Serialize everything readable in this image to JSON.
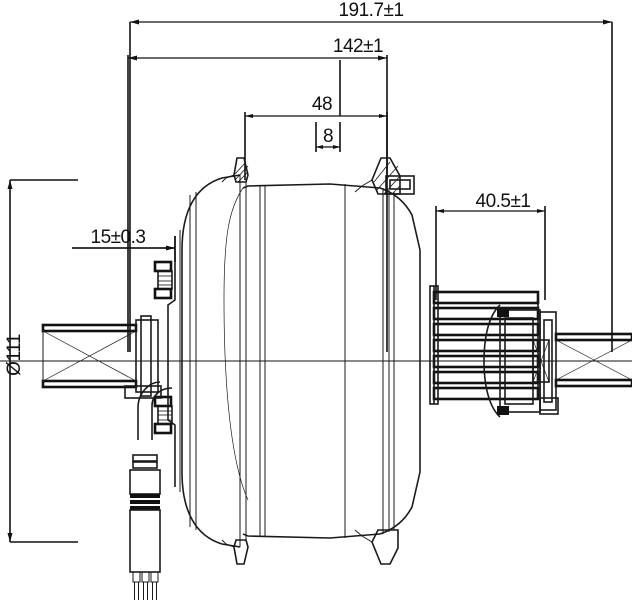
{
  "drawing": {
    "title": "Hub Motor Cross-Section Engineering Drawing",
    "type": "mechanical-dimension-drawing",
    "units": "mm",
    "line_color": "#111111",
    "background_color": "#ffffff"
  },
  "dimensions": {
    "overall_width": {
      "label": "191.7±1",
      "nominal": 191.7,
      "tolerance": "±1",
      "orientation": "horizontal",
      "position": "top"
    },
    "flange_to_flange": {
      "label": "142±1",
      "nominal": 142,
      "tolerance": "±1",
      "orientation": "horizontal",
      "position": "top"
    },
    "inner_span": {
      "label": "48",
      "nominal": 48,
      "tolerance": "",
      "orientation": "horizontal",
      "position": "top"
    },
    "offset": {
      "label": "8",
      "nominal": 8,
      "tolerance": "",
      "orientation": "horizontal",
      "position": "top"
    },
    "right_stack": {
      "label": "40.5±1",
      "nominal": 40.5,
      "tolerance": "±1",
      "orientation": "horizontal",
      "position": "right"
    },
    "left_face": {
      "label": "15±0.3",
      "nominal": 15,
      "tolerance": "±0.3",
      "orientation": "horizontal",
      "position": "left"
    },
    "outer_diameter": {
      "label": "Ø111",
      "nominal": 111,
      "tolerance": "",
      "orientation": "vertical",
      "position": "left"
    }
  },
  "features": {
    "left_axle": "left-axle-end",
    "right_axle": "right-axle-end",
    "motor_body": "motor-housing-shell",
    "left_flange": "left-spoke-flange",
    "right_flange": "right-spoke-flange",
    "freewheel": "freewheel-cassette-stack",
    "cable": "power-cable-connector",
    "centerline": "axle-centerline"
  }
}
